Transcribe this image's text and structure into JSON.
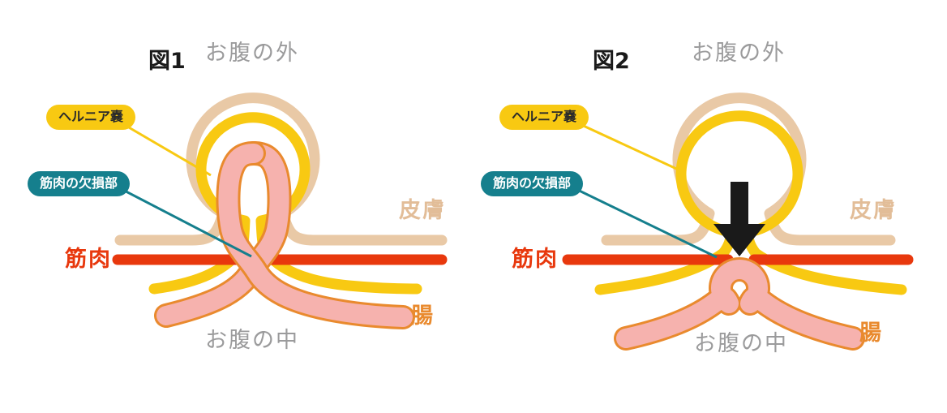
{
  "figure1": {
    "title": "図1",
    "labels": {
      "outside": "お腹の外",
      "inside": "お腹の中",
      "skin": "皮膚",
      "muscle": "筋肉",
      "intestine": "腸"
    },
    "callouts": {
      "hernia_sac": "ヘルニア嚢",
      "muscle_defect": "筋肉の欠損部"
    }
  },
  "figure2": {
    "title": "図2",
    "labels": {
      "outside": "お腹の外",
      "inside": "お腹の中",
      "skin": "皮膚",
      "muscle": "筋肉",
      "intestine": "腸"
    },
    "callouts": {
      "hernia_sac": "ヘルニア嚢",
      "muscle_defect": "筋肉の欠損部"
    }
  },
  "colors": {
    "skin_line": "#e9c9a6",
    "hernia_sac_line": "#f8c912",
    "muscle_line": "#e8380d",
    "intestine_outline": "#e98a2e",
    "intestine_fill": "#f6b2ae",
    "defect_badge": "#157f8d",
    "gray_text": "#9b9b9c",
    "arrow": "#1a1a1a"
  }
}
